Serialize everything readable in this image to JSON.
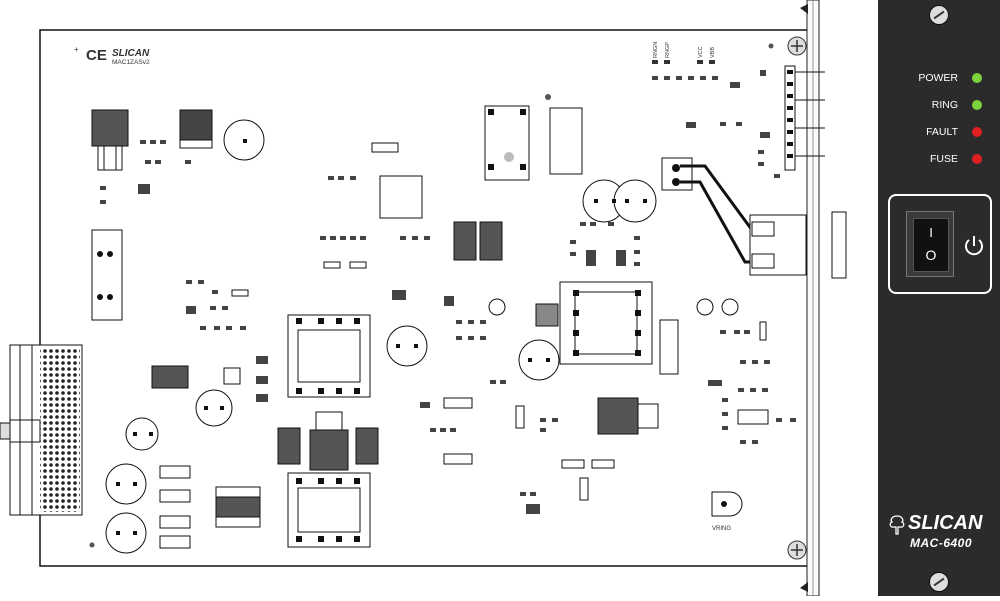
{
  "board": {
    "brand": "SLICAN",
    "model_code": "MAC1ZASv2",
    "ce_mark": "CE",
    "vring_label": "VRING",
    "top_labels": [
      "RNGN",
      "RNGP",
      "VCC",
      "VBB"
    ]
  },
  "panel": {
    "leds": [
      {
        "label": "POWER",
        "color": "#7dd23c"
      },
      {
        "label": "RING",
        "color": "#7dd23c"
      },
      {
        "label": "FAULT",
        "color": "#e02020"
      },
      {
        "label": "FUSE",
        "color": "#e02020"
      }
    ],
    "switch_on_symbol": "I",
    "switch_off_symbol": "O",
    "brand": "SLICAN",
    "model": "MAC-6400",
    "colors": {
      "panel": "#2b2b2b",
      "frame": "#ffffff"
    }
  }
}
